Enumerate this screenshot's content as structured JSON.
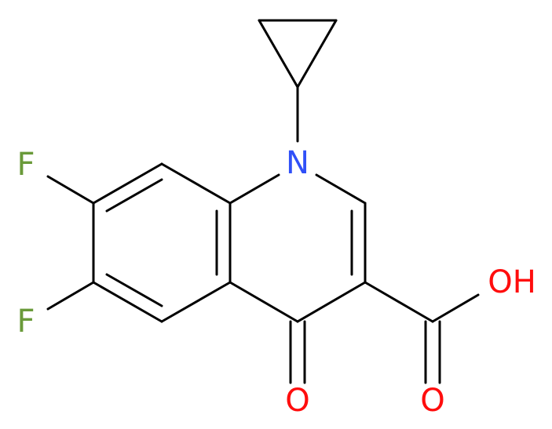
{
  "structure": {
    "atoms": {
      "nitrogen": {
        "label": "N",
        "color": "#3050F8"
      },
      "fluorine_upper": {
        "label": "F",
        "color": "#6A9A3A"
      },
      "fluorine_lower": {
        "label": "F",
        "color": "#6A9A3A"
      },
      "hydroxyl": {
        "label": "OH",
        "color": "#FF0D0D"
      },
      "carbonyl_oxygen_ring": {
        "label": "O",
        "color": "#FF0D0D"
      },
      "carbonyl_oxygen_acid": {
        "label": "O",
        "color": "#FF0D0D"
      }
    },
    "bond_color": "#000000",
    "background": "#FFFFFF"
  }
}
